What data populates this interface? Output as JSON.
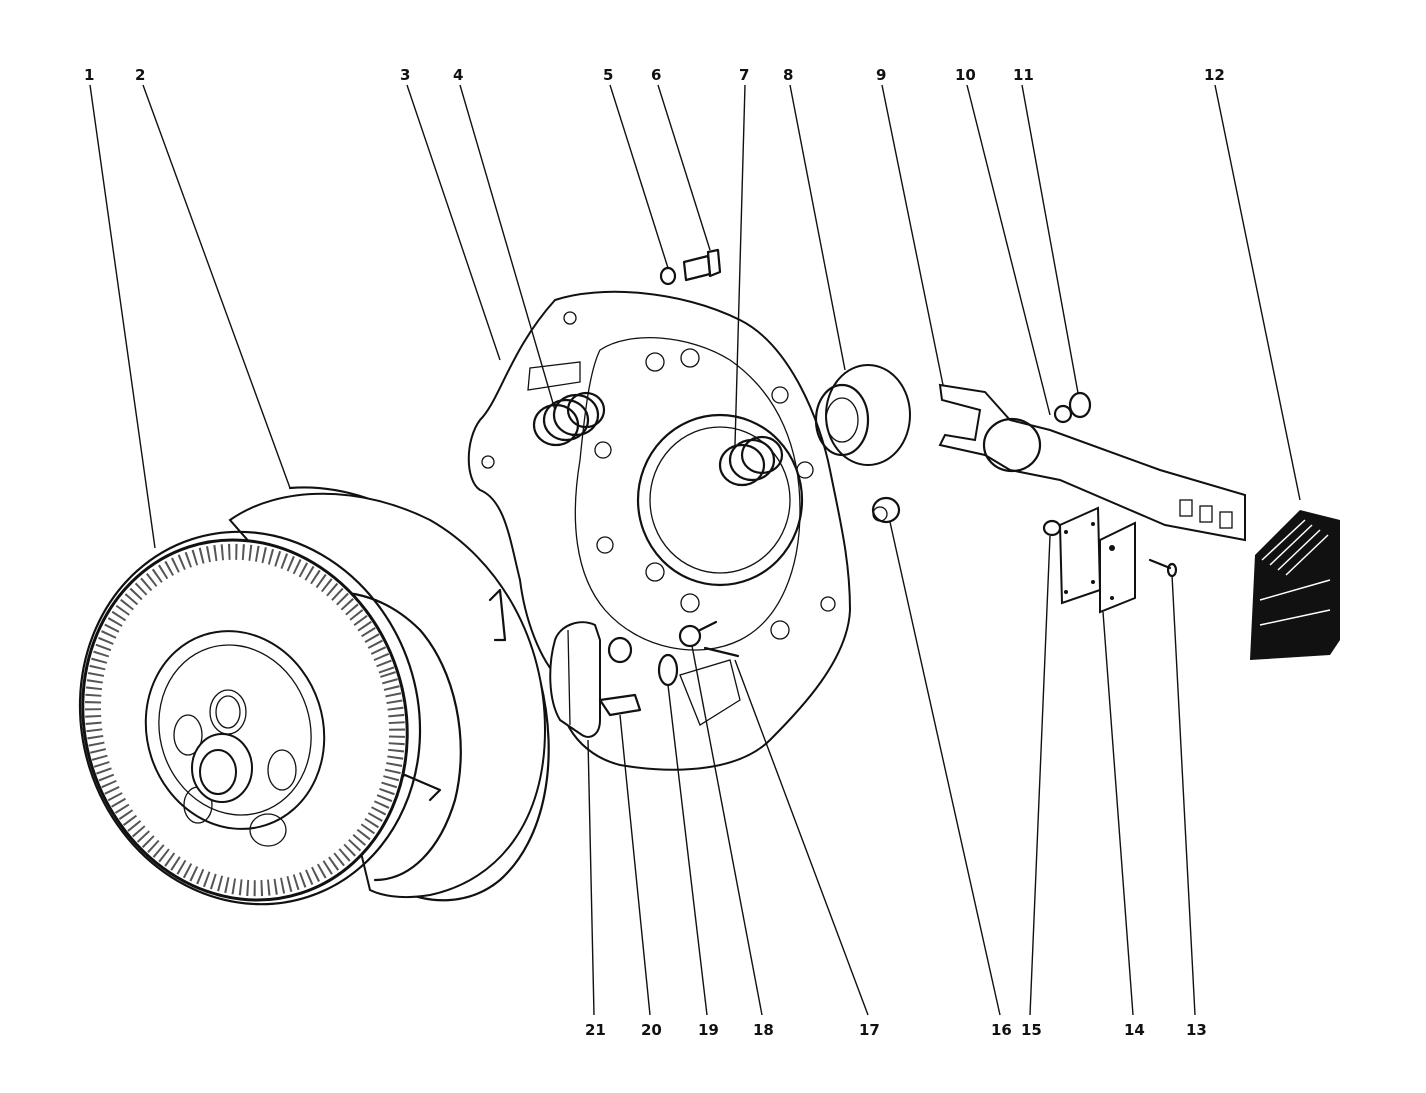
{
  "parts": [
    {
      "id": "1",
      "label": "1"
    },
    {
      "id": "2",
      "label": "2"
    },
    {
      "id": "3",
      "label": "3"
    },
    {
      "id": "4",
      "label": "4"
    },
    {
      "id": "5",
      "label": "5"
    },
    {
      "id": "6",
      "label": "6"
    },
    {
      "id": "7",
      "label": "7"
    },
    {
      "id": "8",
      "label": "8"
    },
    {
      "id": "9",
      "label": "9"
    },
    {
      "id": "10",
      "label": "10"
    },
    {
      "id": "11",
      "label": "11"
    },
    {
      "id": "12",
      "label": "12"
    },
    {
      "id": "13",
      "label": "13"
    },
    {
      "id": "14",
      "label": "14"
    },
    {
      "id": "15",
      "label": "15"
    },
    {
      "id": "16",
      "label": "16"
    },
    {
      "id": "17",
      "label": "17"
    },
    {
      "id": "18",
      "label": "18"
    },
    {
      "id": "19",
      "label": "19"
    },
    {
      "id": "20",
      "label": "20"
    },
    {
      "id": "21",
      "label": "21"
    }
  ],
  "colors": {
    "ink": "#111111",
    "paper": "#ffffff"
  }
}
